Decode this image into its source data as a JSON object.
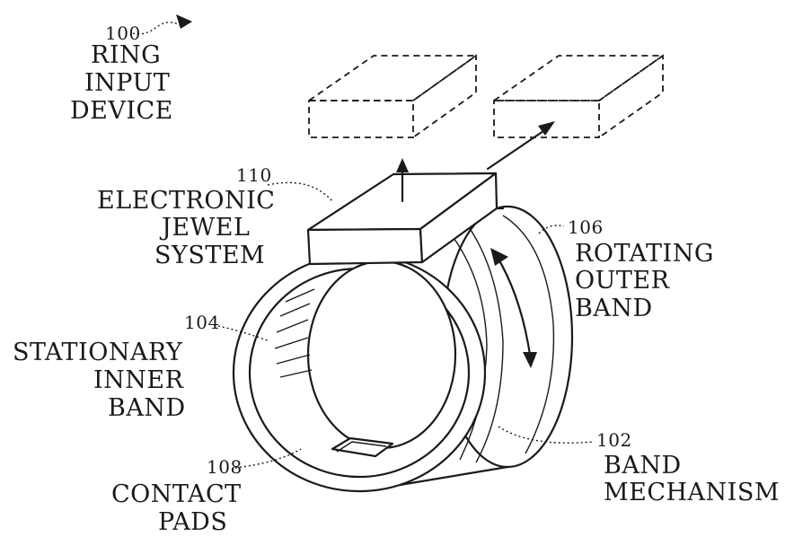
{
  "labels": {
    "ring_input_device": {
      "ref": "100",
      "lines": [
        "RING",
        "INPUT",
        "DEVICE"
      ]
    },
    "electronic_jewel_system": {
      "ref": "110",
      "lines": [
        "ELECTRONIC",
        "JEWEL",
        "SYSTEM"
      ]
    },
    "rotating_outer_band": {
      "ref": "106",
      "lines": [
        "ROTATING",
        "OUTER",
        "BAND"
      ]
    },
    "stationary_inner_band": {
      "ref": "104",
      "lines": [
        "STATIONARY",
        "INNER",
        "BAND"
      ]
    },
    "contact_pads": {
      "ref": "108",
      "lines": [
        "CONTACT",
        "PADS"
      ]
    },
    "band_mechanism": {
      "ref": "102",
      "lines": [
        "BAND",
        "MECHANISM"
      ]
    }
  }
}
